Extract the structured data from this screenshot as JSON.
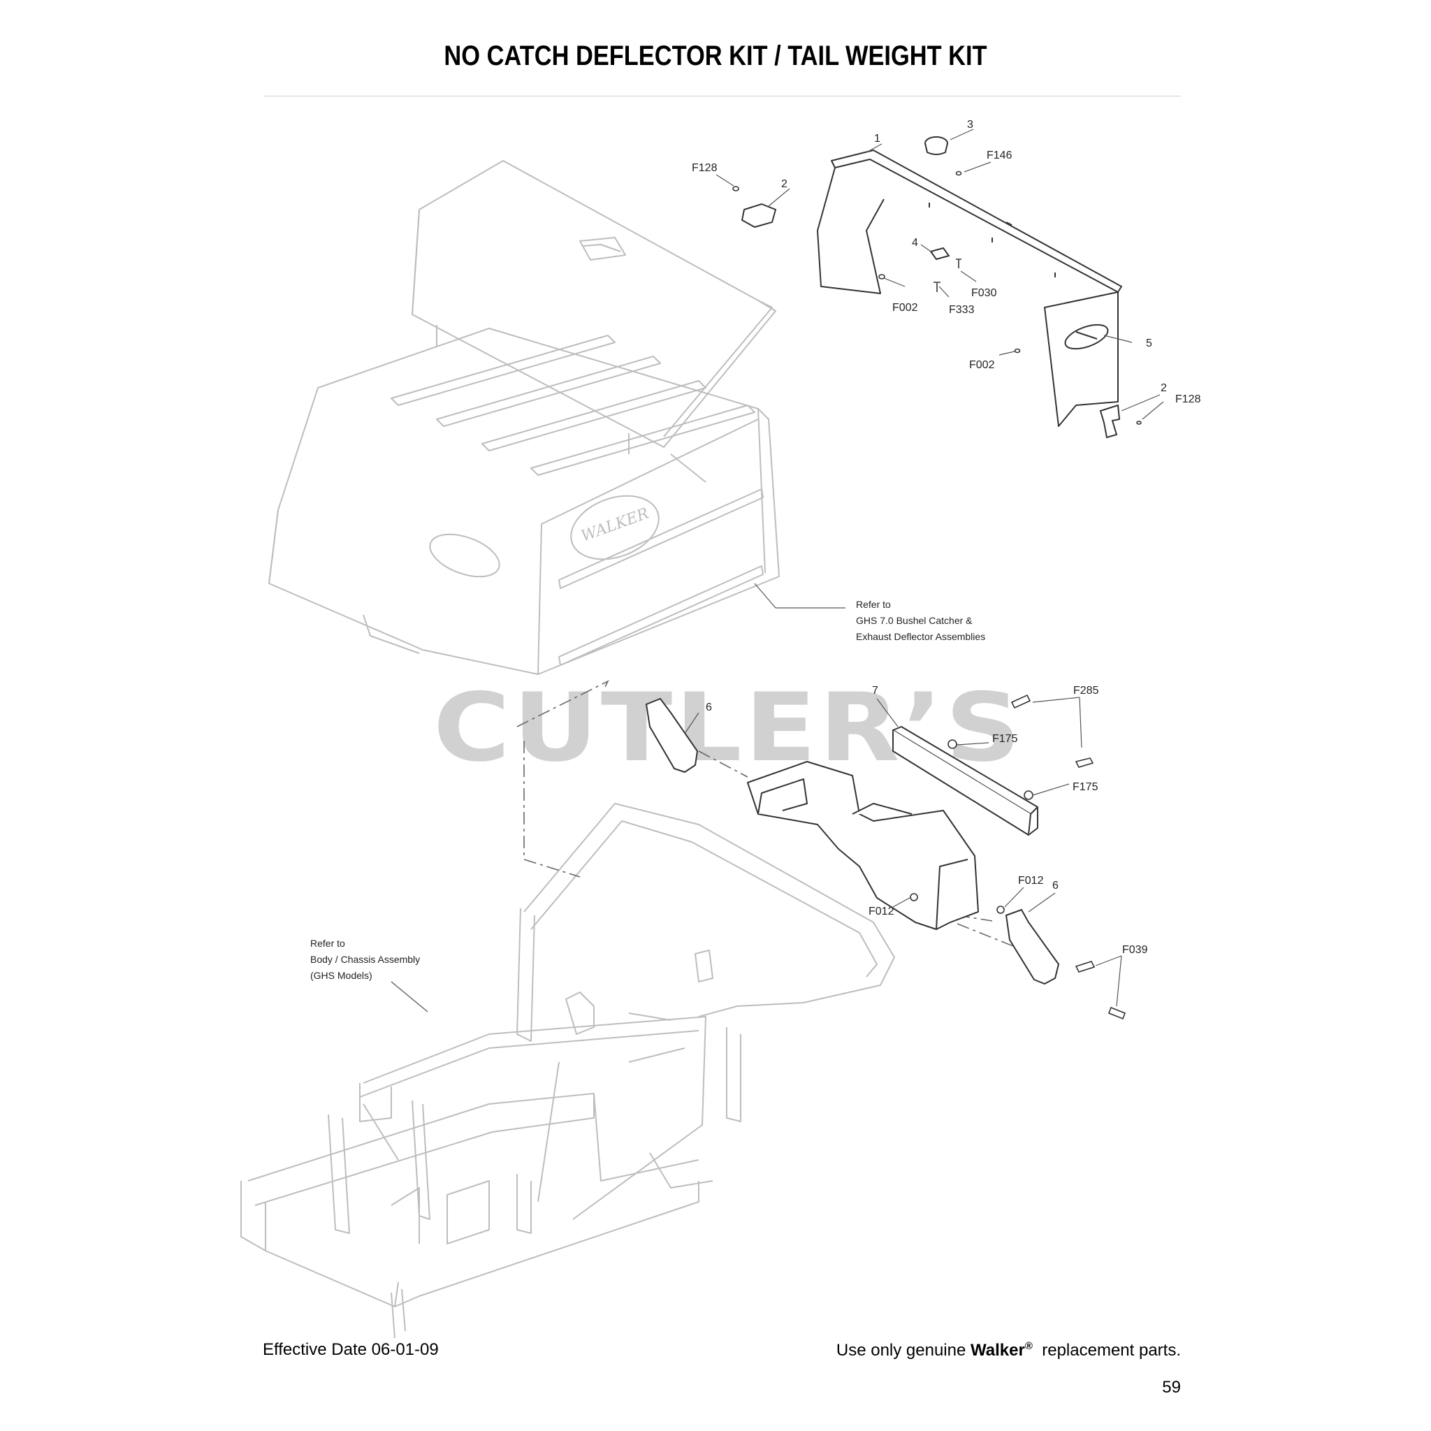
{
  "page": {
    "title": "NO CATCH DEFLECTOR KIT / TAIL WEIGHT KIT",
    "watermark": "CUTLER’S",
    "footer": {
      "effective_date": "Effective Date 06-01-09",
      "notice_prefix": "Use only genuine",
      "notice_brand": "Walker",
      "notice_mark": "®",
      "notice_suffix": "replacement parts.",
      "page_number": "59"
    }
  },
  "callouts": {
    "c1": "1",
    "c2a": "2",
    "c2b": "2",
    "c3": "3",
    "c4": "4",
    "c5": "5",
    "c6a": "6",
    "c6b": "6",
    "c7": "7",
    "f128a": "F128",
    "f128b": "F128",
    "f146": "F146",
    "f002a": "F002",
    "f002b": "F002",
    "f333": "F333",
    "f030": "F030",
    "f285": "F285",
    "f175a": "F175",
    "f175b": "F175",
    "f012a": "F012",
    "f012b": "F012",
    "f039": "F039"
  },
  "notes": {
    "catcher": [
      "Refer to",
      "GHS 7.0 Bushel Catcher &",
      "Exhaust Deflector Assemblies"
    ],
    "chassis": [
      "Refer to",
      "Body / Chassis Assembly",
      "(GHS Models)"
    ]
  },
  "brand": {
    "logo_text": "WALKER"
  },
  "colors": {
    "line_dark": "#333333",
    "line_light": "#bdbdbd",
    "watermark": "#c9c9c9"
  }
}
